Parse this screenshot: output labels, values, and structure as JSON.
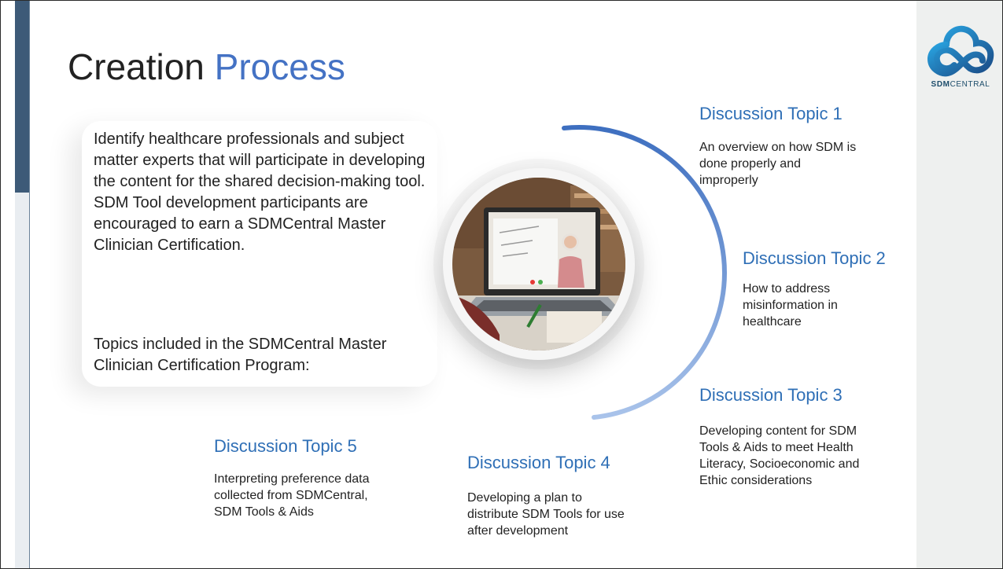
{
  "slide": {
    "title_part1": "Creation",
    "title_part2": "Process",
    "intro": "Identify healthcare professionals and subject matter experts that will participate in developing the content for the shared decision-making tool. SDM Tool development participants are encouraged to earn a SDMCentral Master Clinician Certification.",
    "topics_intro": "Topics included in the SDMCentral Master Clinician Certification Program:"
  },
  "logo": {
    "text_bold": "SDM",
    "text_light": "CENTRAL"
  },
  "topics": [
    {
      "heading": "Discussion Topic 1",
      "body": "An overview on how SDM is done properly and improperly"
    },
    {
      "heading": "Discussion Topic 2",
      "body": "How to address misinformation in healthcare"
    },
    {
      "heading": "Discussion Topic 3",
      "body": "Developing content for SDM Tools & Aids to meet Health Literacy, Socioeconomic and Ethic considerations"
    },
    {
      "heading": "Discussion Topic 4",
      "body": "Developing a plan to distribute SDM Tools for use after development"
    },
    {
      "heading": "Discussion Topic 5",
      "body": "Interpreting preference data collected from SDMCentral, SDM Tools & Aids"
    }
  ],
  "colors": {
    "accent": "#4472c4",
    "heading_blue": "#2f6fb6",
    "rail_dark": "#3d5a78",
    "panel": "#eef0ef"
  }
}
